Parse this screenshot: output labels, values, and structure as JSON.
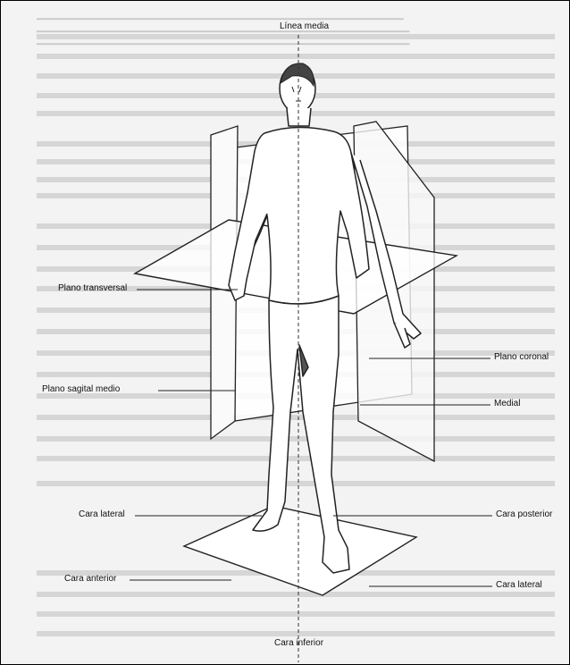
{
  "labels": {
    "linea_media": "Línea media",
    "plano_transversal": "Plano transversal",
    "plano_coronal": "Plano coronal",
    "plano_sagital_medio": "Plano sagital medio",
    "medial": "Medial",
    "cara_lateral_left": "Cara lateral",
    "cara_posterior": "Cara posterior",
    "cara_anterior": "Cara anterior",
    "cara_lateral_right": "Cara lateral",
    "cara_inferior": "Cara inferior"
  }
}
